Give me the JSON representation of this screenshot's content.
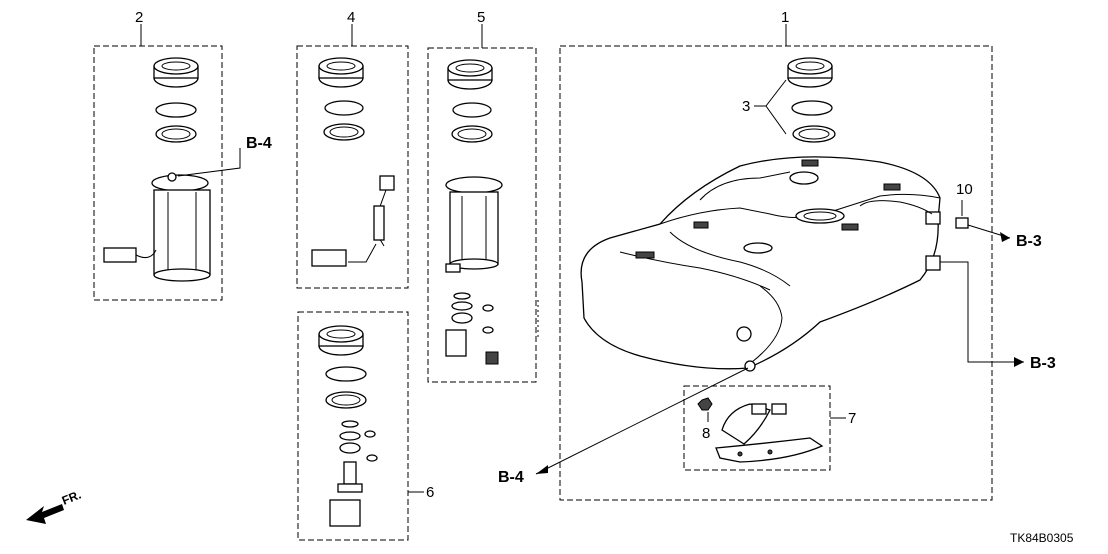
{
  "callouts": {
    "p1": "1",
    "p2": "2",
    "p3": "3",
    "p4": "4",
    "p5": "5",
    "p6": "6",
    "p7": "7",
    "p8": "8",
    "p10": "10"
  },
  "refs": {
    "b4_top": "B-4",
    "b4_bottom": "B-4",
    "b3_top": "B-3",
    "b3_bottom": "B-3"
  },
  "direction_label": "FR.",
  "diagram_code": "TK84B0305"
}
